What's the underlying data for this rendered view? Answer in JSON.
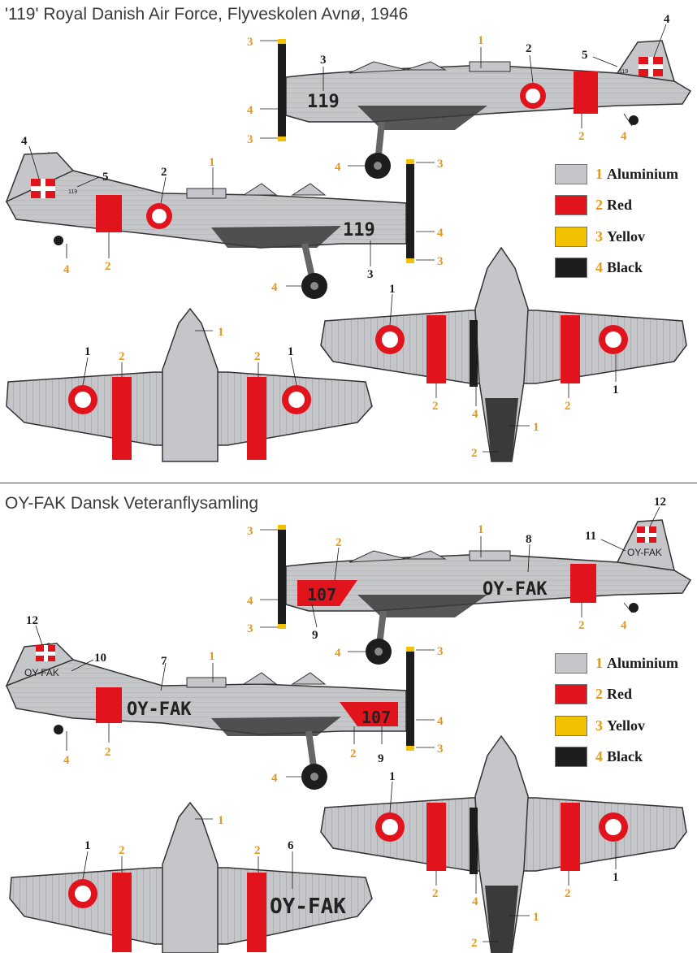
{
  "colors": {
    "aluminium": "#c4c6c9",
    "red": "#e1141d",
    "yellow": "#f2c200",
    "black": "#1d1d1d",
    "callout_orange": "#e5981b",
    "callout_black": "#1c1c1c"
  },
  "sections": [
    {
      "title": "'119' Royal Danish Air Force, Flyveskolen Avnø, 1946",
      "side_code": "119",
      "tail_code": "119",
      "legend": [
        {
          "num": "1",
          "label": "Aluminium",
          "color": "#c4c6c9"
        },
        {
          "num": "2",
          "label": "Red",
          "color": "#e1141d"
        },
        {
          "num": "3",
          "label": "Yellov",
          "color": "#f2c200"
        },
        {
          "num": "4",
          "label": "Black",
          "color": "#1d1d1d"
        }
      ],
      "callouts": {
        "prop_top": "3",
        "prop_mid": "4",
        "prop_bot": "3",
        "side_code": "3",
        "roundel": "2",
        "band_top": "1",
        "band_bot": "2",
        "tail": "4",
        "tailcode": "5",
        "tailwheel": "4",
        "wheel": "4",
        "l_tail": "4",
        "l_tailcode": "5",
        "l_wingroot": "2",
        "l_top": "1",
        "l_band": "2",
        "l_wheel": "4",
        "l_tailwheel": "4",
        "l_code": "3",
        "l_prop_top": "3",
        "l_prop_mid": "4",
        "l_prop_bot": "3",
        "top_nose": "1",
        "top_roundel_l": "1",
        "top_band_l": "2",
        "top_band_r": "2",
        "top_roundel_r": "1",
        "bot_roundel_l": "1",
        "bot_band_l": "2",
        "bot_black": "4",
        "bot_band_r": "2",
        "bot_roundel_r": "1",
        "bot_tail_1": "1",
        "bot_tail_2": "2"
      }
    },
    {
      "title": "OY-FAK Dansk Veteranflysamling",
      "side_code": "107",
      "registration": "OY-FAK",
      "tail_code": "OY-FAK",
      "legend": [
        {
          "num": "1",
          "label": "Aluminium",
          "color": "#c4c6c9"
        },
        {
          "num": "2",
          "label": "Red",
          "color": "#e1141d"
        },
        {
          "num": "3",
          "label": "Yellov",
          "color": "#f2c200"
        },
        {
          "num": "4",
          "label": "Black",
          "color": "#1d1d1d"
        }
      ],
      "callouts": {
        "prop_top": "3",
        "prop_mid": "4",
        "prop_bot": "3",
        "nose_red": "2",
        "nose_code": "9",
        "band_top": "1",
        "reg": "8",
        "band_bot": "2",
        "tailcode": "11",
        "tail": "12",
        "tailwheel": "4",
        "wheel": "4",
        "l_tail": "12",
        "l_tailcode": "10",
        "l_reg": "7",
        "l_top": "1",
        "l_band": "2",
        "l_tailwheel": "4",
        "l_nose_red": "2",
        "l_nose_code": "9",
        "l_prop_top": "3",
        "l_prop_mid": "4",
        "l_prop_bot": "3",
        "l_wheel": "4",
        "top_nose": "1",
        "top_roundel_l": "1",
        "top_band_l": "2",
        "top_band_r": "2",
        "top_reg": "6",
        "bot_roundel_l": "1",
        "bot_band_l": "2",
        "bot_black": "4",
        "bot_band_r": "2",
        "bot_roundel_r": "1",
        "bot_tail_1": "1",
        "bot_tail_2": "2"
      }
    }
  ]
}
